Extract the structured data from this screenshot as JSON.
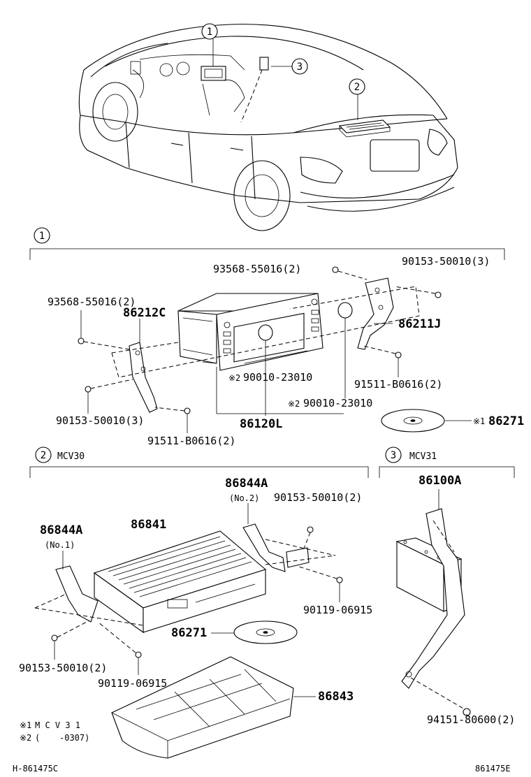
{
  "callouts": {
    "c1": "1",
    "c2": "2",
    "c3": "3"
  },
  "section1": {
    "badge": "1",
    "labels": {
      "p93568_top": "93568-55016(2)",
      "p90153_top": "90153-50010(3)",
      "p93568_left": "93568-55016(2)",
      "p86212C": "86212C",
      "p86211J": "86211J",
      "p90010_a_mark": "※2",
      "p90010_a": "90010-23010",
      "p90010_b_mark": "※2",
      "p90010_b": "90010-23010",
      "p91511_right": "91511-B0616(2)",
      "p90153_left": "90153-50010(3)",
      "p86120L": "86120L",
      "p91511_bottom": "91511-B0616(2)",
      "p86271_mark": "※1",
      "p86271": "86271"
    }
  },
  "section2": {
    "badge": "2",
    "model": "MCV30",
    "labels": {
      "p86844A_no2": "86844A",
      "no2": "(No.2)",
      "p90153_r": "90153-50010(2)",
      "p86841": "86841",
      "p86844A_no1": "86844A",
      "no1": "(No.1)",
      "p90119_r": "90119-06915",
      "p86271": "86271",
      "p90153_l": "90153-50010(2)",
      "p90119_l": "90119-06915",
      "p86843": "86843"
    }
  },
  "section3": {
    "badge": "3",
    "model": "MCV31",
    "labels": {
      "p86100A": "86100A",
      "p94151": "94151-80600(2)"
    }
  },
  "notes": {
    "n1_mark": "※1",
    "n1": "M C V 3 1",
    "n2_mark": "※2",
    "n2_open": "(",
    "n2": "-0307)"
  },
  "footer": {
    "left": "H-861475C",
    "right": "861475E"
  }
}
